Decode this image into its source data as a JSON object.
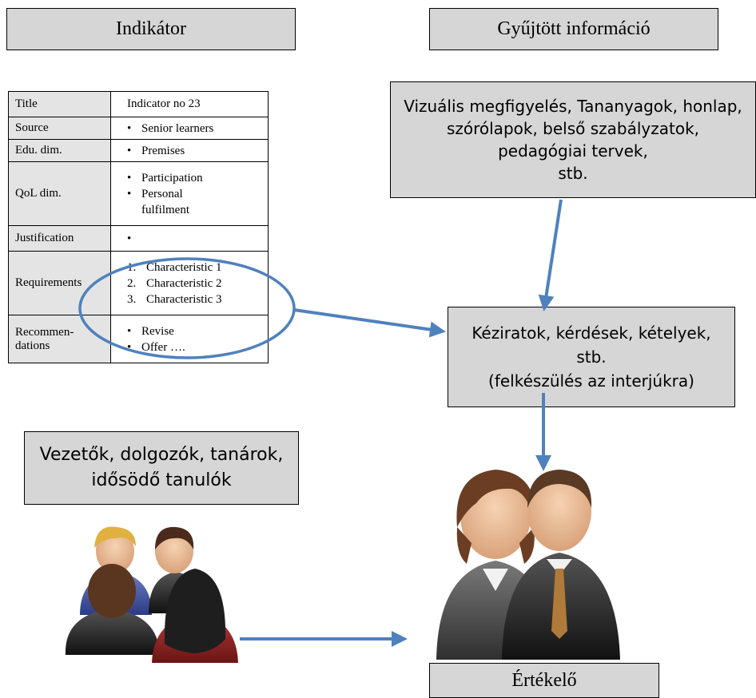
{
  "labels": {
    "indicator": "Indikátor",
    "collected_info": "Gyűjtött információ",
    "evaluator": "Értékelő"
  },
  "info_sources": {
    "lines": [
      "Vizuális megfigyelés, Tananyagok, honlap,",
      "szórólapok, belső szabályzatok,",
      "pedagógiai tervek,",
      "stb."
    ]
  },
  "drafts": {
    "lines": [
      "Kéziratok, kérdések, kételyek,",
      "stb.",
      "(felkészülés az interjúkra)"
    ]
  },
  "participants": {
    "lines": [
      "Vezetők, dolgozók, tanárok,",
      "idősödő tanulók"
    ]
  },
  "table": {
    "title_key": "Title",
    "title_value": "Indicator no 23",
    "source_key": "Source",
    "source_items": [
      "Senior learners"
    ],
    "edu_key": "Edu. dim.",
    "edu_items": [
      "Premises"
    ],
    "qol_key": "QoL dim.",
    "qol_items": [
      "Participation",
      "Personal",
      "fulfilment"
    ],
    "justification_key": "Justification",
    "requirements_key": "Requirements",
    "requirements_items": [
      "Characteristic 1",
      "Characteristic 2",
      "Characteristic 3"
    ],
    "recommendations_key_1": "Recommen-",
    "recommendations_key_2": "dations",
    "recommendations_items": [
      "Revise",
      "Offer …."
    ]
  },
  "colors": {
    "box_fill": "#d6d6d6",
    "arrow": "#4f81bd"
  },
  "icons": [
    "group-of-people-icon",
    "evaluator-pair-icon"
  ]
}
